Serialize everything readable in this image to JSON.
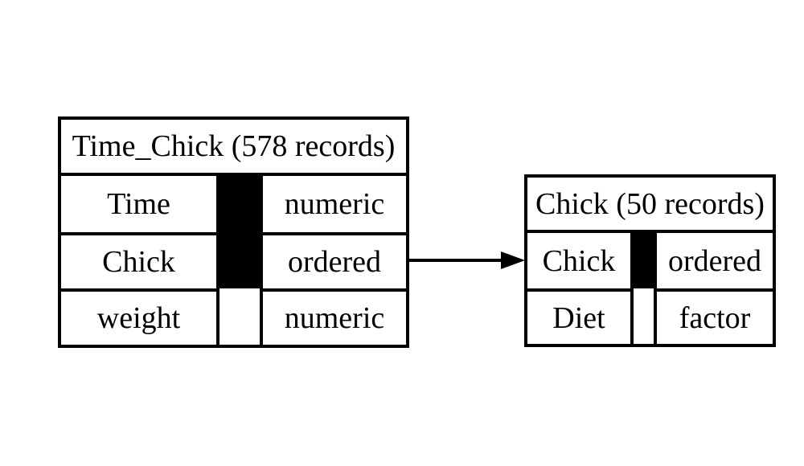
{
  "diagram": {
    "kind": "data-model",
    "background_color": "#ffffff",
    "line_color": "#000000",
    "key_indicator_color": "#000000",
    "tables": [
      {
        "title": "Time_Chick (578 records)",
        "columns": [
          {
            "name": "Time",
            "type": "numeric",
            "primary_key": true
          },
          {
            "name": "Chick",
            "type": "ordered",
            "primary_key": true
          },
          {
            "name": "weight",
            "type": "numeric",
            "primary_key": false
          }
        ]
      },
      {
        "title": "Chick (50 records)",
        "columns": [
          {
            "name": "Chick",
            "type": "ordered",
            "primary_key": true
          },
          {
            "name": "Diet",
            "type": "factor",
            "primary_key": false
          }
        ]
      }
    ],
    "relation": {
      "from_table": "Time_Chick",
      "from_column": "Chick",
      "to_table": "Chick",
      "to_column": "Chick",
      "arrow_direction": "right"
    }
  }
}
